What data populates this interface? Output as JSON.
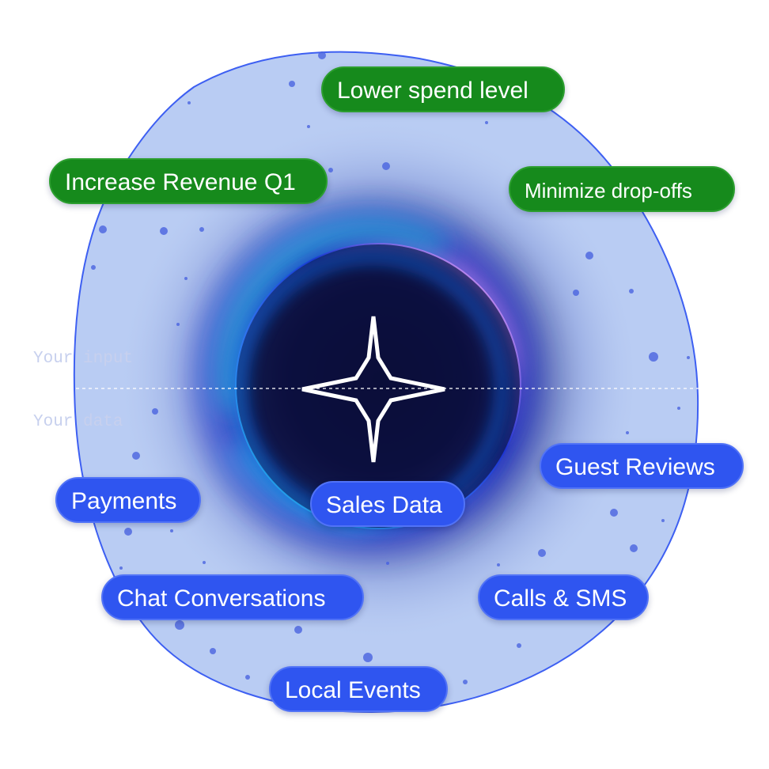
{
  "labels": {
    "input": "Your input",
    "data": "Your data"
  },
  "goals": [
    "Lower spend level",
    "Increase Revenue Q1",
    "Minimize drop-offs"
  ],
  "sources": [
    "Guest Reviews",
    "Payments",
    "Sales Data",
    "Chat Conversations",
    "Calls & SMS",
    "Local Events"
  ],
  "colors": {
    "goal_pill": "#168a1c",
    "source_pill": "#2f55f0",
    "blob_fill": "#b8cbf3",
    "blob_stroke": "#3d5ff2",
    "core": "#0b0d36"
  },
  "icons": [
    "sparkle-icon"
  ]
}
